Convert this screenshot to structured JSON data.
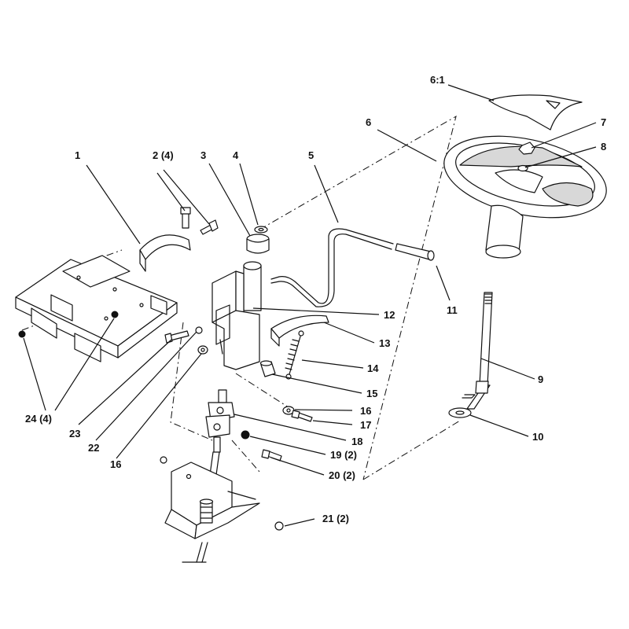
{
  "callouts": [
    {
      "id": "1",
      "text": "1"
    },
    {
      "id": "2",
      "text": "2 (4)"
    },
    {
      "id": "3",
      "text": "3"
    },
    {
      "id": "4",
      "text": "4"
    },
    {
      "id": "5",
      "text": "5"
    },
    {
      "id": "6",
      "text": "6"
    },
    {
      "id": "6-1",
      "text": "6:1"
    },
    {
      "id": "7",
      "text": "7"
    },
    {
      "id": "8",
      "text": "8"
    },
    {
      "id": "9",
      "text": "9"
    },
    {
      "id": "10",
      "text": "10"
    },
    {
      "id": "11",
      "text": "11"
    },
    {
      "id": "12",
      "text": "12"
    },
    {
      "id": "13",
      "text": "13"
    },
    {
      "id": "14",
      "text": "14"
    },
    {
      "id": "15",
      "text": "15"
    },
    {
      "id": "16a",
      "text": "16"
    },
    {
      "id": "16b",
      "text": "16"
    },
    {
      "id": "17",
      "text": "17"
    },
    {
      "id": "18",
      "text": "18"
    },
    {
      "id": "19",
      "text": "19 (2)"
    },
    {
      "id": "20",
      "text": "20 (2)"
    },
    {
      "id": "21",
      "text": "21 (2)"
    },
    {
      "id": "22",
      "text": "22"
    },
    {
      "id": "23",
      "text": "23"
    },
    {
      "id": "24",
      "text": "24 (4)"
    }
  ]
}
